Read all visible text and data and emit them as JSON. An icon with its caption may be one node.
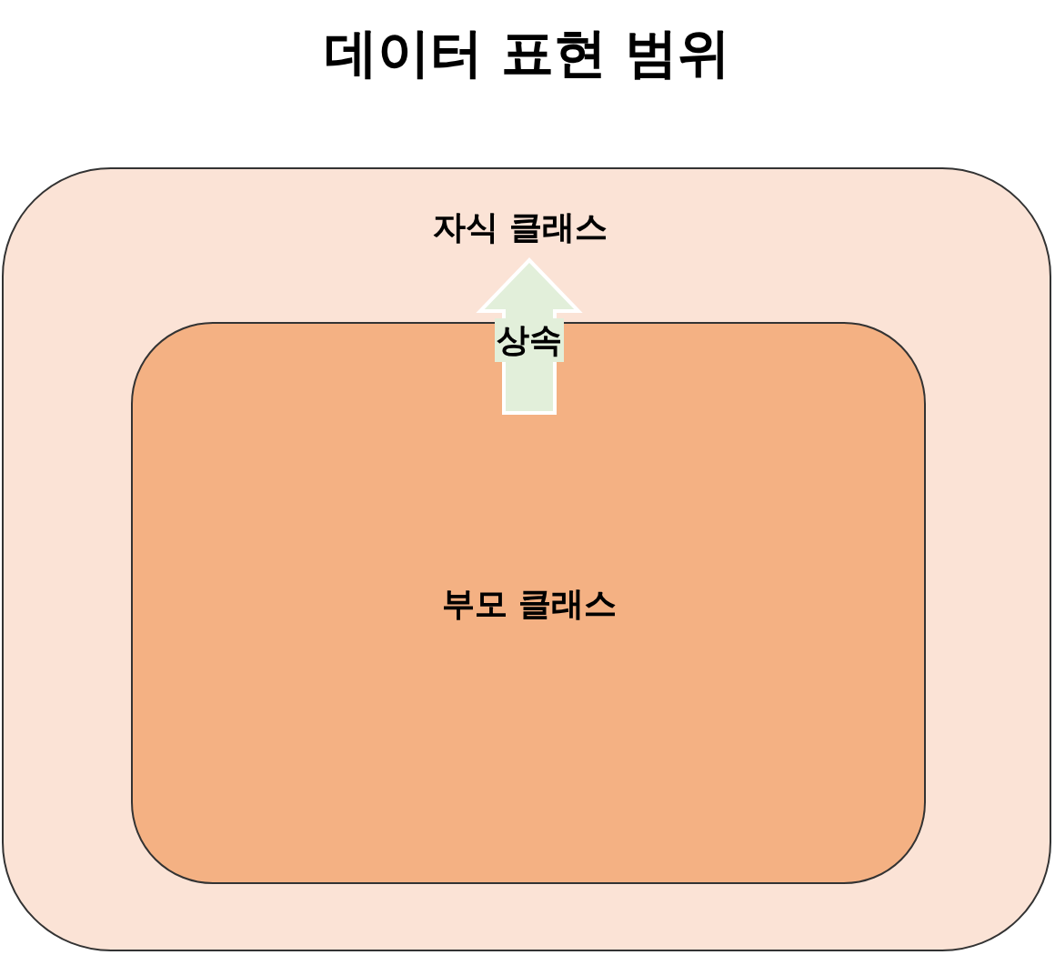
{
  "diagram": {
    "title": "데이터 표현 범위",
    "nodes": [
      {
        "text": [
          "자식 클래스"
        ]
      },
      {
        "text": [
          "부모 클래스"
        ],
        "in": 0
      }
    ],
    "edges": [
      {
        "from": 1,
        "to": 0,
        "arrow": "to",
        "label": "상속",
        "color": "#e2efda"
      }
    ]
  }
}
